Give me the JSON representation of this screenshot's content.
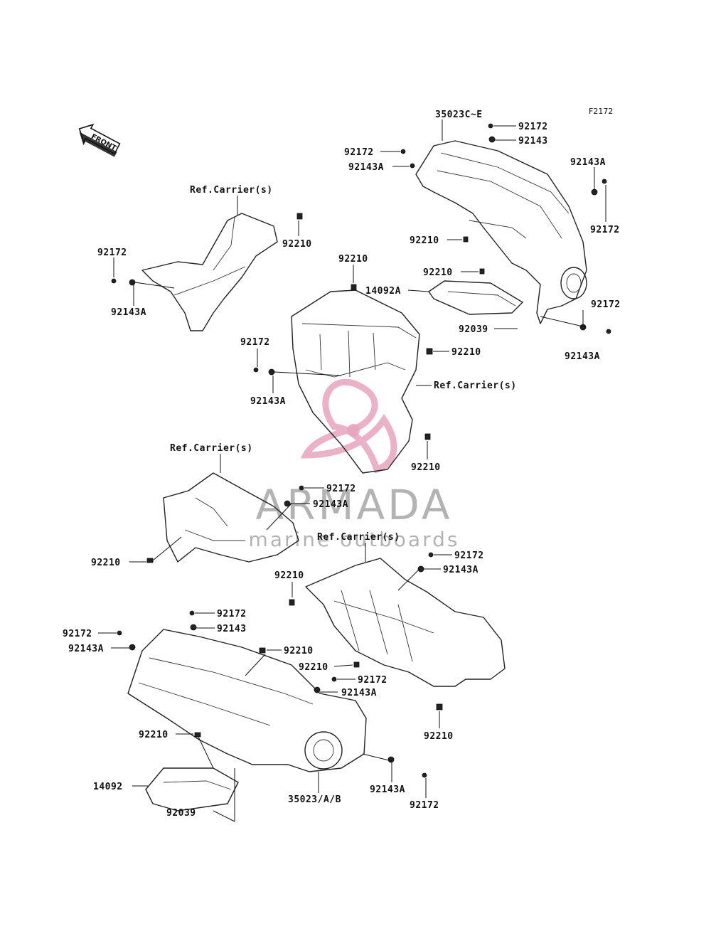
{
  "figure_code": "F2172",
  "front_marker": "FRONT",
  "watermark": {
    "brand": "ARMADA",
    "tagline": "marine outboards",
    "brand_color": "#9a9a9a",
    "logo_color": "#e8a3bd"
  },
  "labels": {
    "l_35023c_e": "35023C~E",
    "l_92172_tr1": "92172",
    "l_92143_tr1": "92143",
    "l_92172_tr2": "92172",
    "l_92143a_tr2": "92143A",
    "l_92143a_tr3": "92143A",
    "l_92172_tr3": "92172",
    "l_92210_tr": "92210",
    "l_92210_mid1": "92210",
    "l_14092a": "14092A",
    "l_92039_tr": "92039",
    "l_92172_tr4": "92172",
    "l_92143a_tr4": "92143A",
    "l_refcarrier_1": "Ref.Carrier(s)",
    "l_92210_tl": "92210",
    "l_92172_tl": "92172",
    "l_92143a_tl": "92143A",
    "l_92210_c1": "92210",
    "l_92210_c2": "92210",
    "l_refcarrier_2": "Ref.Carrier(s)",
    "l_92172_c": "92172",
    "l_92143a_c": "92143A",
    "l_92210_c3": "92210",
    "l_refcarrier_3": "Ref.Carrier(s)",
    "l_92172_ml": "92172",
    "l_92143a_ml": "92143A",
    "l_92210_ml": "92210",
    "l_refcarrier_4": "Ref.Carrier(s)",
    "l_92172_mr": "92172",
    "l_92143a_mr": "92143A",
    "l_92210_mr1": "92210",
    "l_92172_bl1": "92172",
    "l_92143_bl1": "92143",
    "l_92172_bl2": "92172",
    "l_92143a_bl2": "92143A",
    "l_92210_bl": "92210",
    "l_92210_mr2": "92210",
    "l_92172_mr2": "92172",
    "l_92143a_mr2": "92143A",
    "l_92210_mr3": "92210",
    "l_92210_b": "92210",
    "l_14092": "14092",
    "l_92039_b": "92039",
    "l_35023_ab": "35023/A/B",
    "l_92143a_b": "92143A",
    "l_92172_b": "92172"
  }
}
